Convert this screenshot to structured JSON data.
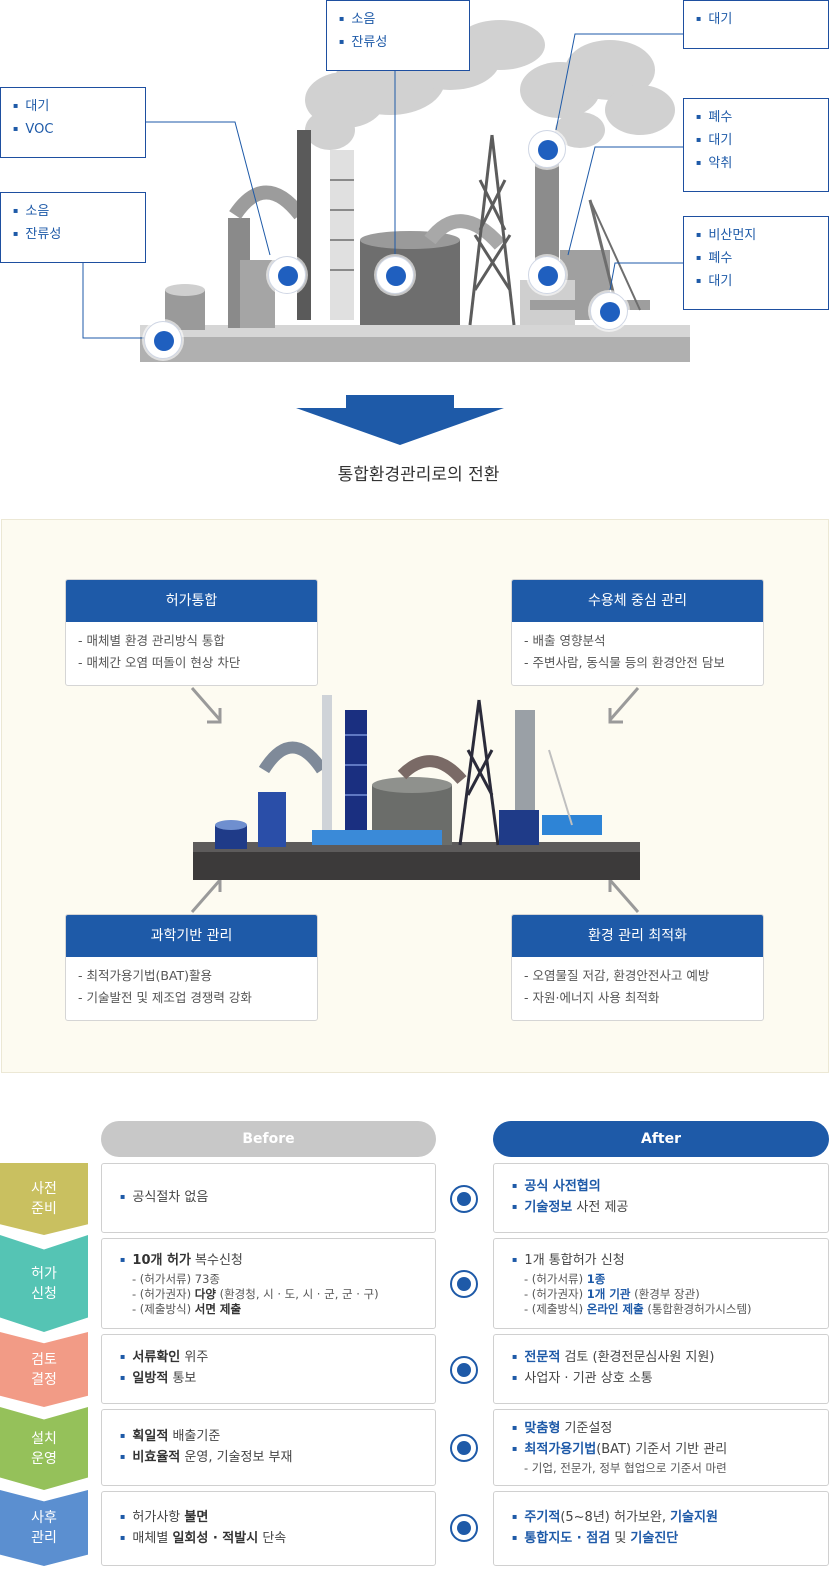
{
  "callouts": {
    "c1": [
      "소음",
      "잔류성"
    ],
    "c2": [
      "대기"
    ],
    "c3": [
      "대기",
      "VOC"
    ],
    "c4": [
      "폐수",
      "대기",
      "악취"
    ],
    "c5": [
      "소음",
      "잔류성"
    ],
    "c6": [
      "비산먼지",
      "폐수",
      "대기"
    ]
  },
  "transition_title": "통합환경관리로의 전환",
  "cards": {
    "tl": {
      "title": "허가통합",
      "lines": [
        "- 매체별 환경 관리방식 통합",
        "- 매체간 오염 떠돌이 현상 차단"
      ]
    },
    "tr": {
      "title": "수용체 중심 관리",
      "lines": [
        "- 배출 영향분석",
        "- 주변사람, 동식물 등의 환경안전 담보"
      ]
    },
    "bl": {
      "title": "과학기반 관리",
      "lines": [
        "- 최적가용기법(BAT)활용",
        "- 기술발전 및 제조업 경쟁력 강화"
      ]
    },
    "br": {
      "title": "환경 관리 최적화",
      "lines": [
        "- 오염물질 저감, 환경안전사고 예방",
        "- 자원·에너지 사용 최적화"
      ]
    }
  },
  "table": {
    "before_label": "Before",
    "after_label": "After",
    "stages": [
      {
        "label": "사전\n준비",
        "color": "#c9c060"
      },
      {
        "label": "허가\n신청",
        "color": "#55c4b4"
      },
      {
        "label": "검토\n결정",
        "color": "#f29b86"
      },
      {
        "label": "설치\n운영",
        "color": "#95c15a"
      },
      {
        "label": "사후\n관리",
        "color": "#5b8fd0"
      }
    ],
    "rows": [
      {
        "before": {
          "i1": "공식절차 없음"
        },
        "after": {
          "i1a": "공식 사전협의",
          "i2a": "기술정보",
          "i2b": " 사전 제공"
        }
      },
      {
        "before": {
          "i1a": "10개 허가",
          "i1b": " 복수신청",
          "s1": "- (허가서류) 73종",
          "s2a": "- (허가권자) ",
          "s2b": "다양",
          "s2c": " (환경청, 시 · 도, 시 · 군, 군 · 구)",
          "s3a": "- (제출방식) ",
          "s3b": "서면 제출"
        },
        "after": {
          "i1": "1개 통합허가 신청",
          "s1a": "- (허가서류) ",
          "s1b": "1종",
          "s2a": "- (허가권자) ",
          "s2b": "1개 기관",
          "s2c": " (환경부 장관)",
          "s3a": "- (제출방식) ",
          "s3b": "온라인 제출",
          "s3c": " (통합환경허가시스템)"
        }
      },
      {
        "before": {
          "i1a": "서류확인",
          "i1b": " 위주",
          "i2a": "일방적",
          "i2b": " 통보"
        },
        "after": {
          "i1a": "전문적",
          "i1b": " 검토 (환경전문심사원 지원)",
          "i2": "사업자 · 기관 상호 소통"
        }
      },
      {
        "before": {
          "i1a": "획일적",
          "i1b": " 배출기준",
          "i2a": "비효율적",
          "i2b": " 운영, 기술정보 부재"
        },
        "after": {
          "i1a": "맞춤형",
          "i1b": " 기준설정",
          "i2a": "최적가용기법",
          "i2b": "(BAT) 기준서 기반 관리",
          "s1": "- 기업, 전문가, 정부 협업으로 기준서 마련"
        }
      },
      {
        "before": {
          "i1a": "허가사항 ",
          "i1b": "불면",
          "i2a": "매체별 ",
          "i2b": "일회성 · 적발시",
          "i2c": " 단속"
        },
        "after": {
          "i1a": "주기적",
          "i1b": "(5~8년) 허가보완, ",
          "i1c": "기술지원",
          "i2a": "통합지도 · 점검",
          "i2b": " 및 ",
          "i2c": "기술진단"
        }
      }
    ]
  },
  "colors": {
    "accent": "#1e5aa8",
    "before_pill": "#c8c8c8",
    "after_pill": "#1e5aa8",
    "panel_bg": "#fdfbf1"
  }
}
